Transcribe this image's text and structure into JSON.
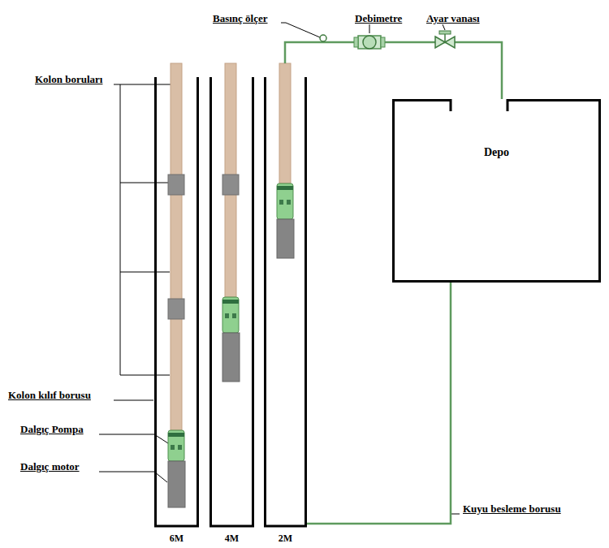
{
  "diagram": {
    "nodes": [
      {
        "text": [
          "6M"
        ]
      },
      {
        "text": [
          "4M"
        ]
      },
      {
        "text": [
          "2M"
        ]
      },
      {
        "text": [
          "Depo"
        ]
      }
    ],
    "edges": [
      {
        "from": 2,
        "to": 3,
        "arrow": "none"
      },
      {
        "from": 3,
        "to": 2,
        "arrow": "none"
      }
    ],
    "labels": [
      "Basınç ölçer",
      "Debimetre",
      "Ayar vanası",
      "Kolon boruları",
      "Kolon kılıf borusu",
      "Dalgıç Pompa",
      "Dalgıç motor",
      "Kuyu besleme borusu"
    ]
  }
}
